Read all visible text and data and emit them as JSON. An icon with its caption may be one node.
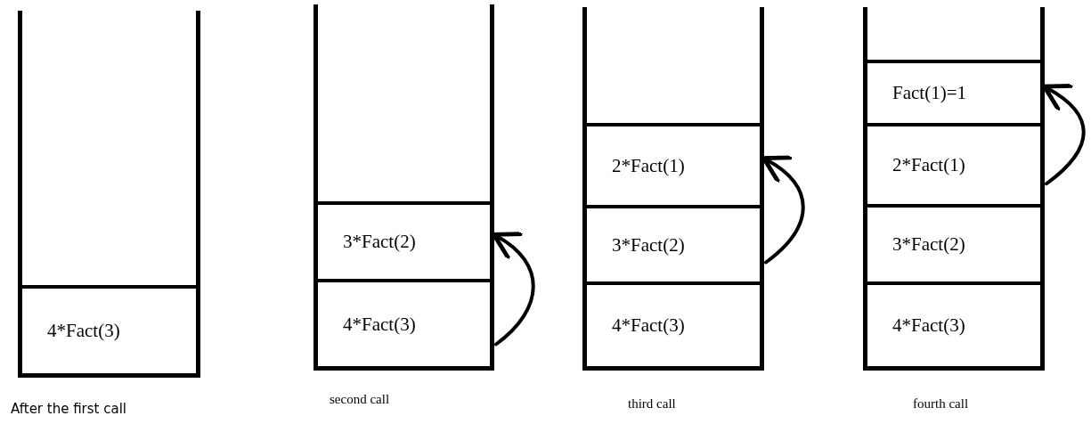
{
  "diagram": {
    "nodes": [
      {
        "text": [],
        "shape": "box",
        "beside": [
          "After the first call"
        ]
      },
      {
        "text": [
          "4*Fact(3)"
        ],
        "in": 0
      },
      {
        "text": [],
        "shape": "box",
        "beside": [
          "second call"
        ]
      },
      {
        "text": [
          "3*Fact(2)"
        ],
        "in": 2
      },
      {
        "text": [
          "4*Fact(3)"
        ],
        "in": 2
      },
      {
        "text": [],
        "shape": "box",
        "beside": [
          "third call"
        ]
      },
      {
        "text": [
          "2*Fact(1)"
        ],
        "in": 5
      },
      {
        "text": [
          "3*Fact(2)"
        ],
        "in": 5
      },
      {
        "text": [
          "4*Fact(3)"
        ],
        "in": 5
      },
      {
        "text": [],
        "shape": "box",
        "beside": [
          "fourth call"
        ]
      },
      {
        "text": [
          "Fact(1)=1"
        ],
        "in": 9
      },
      {
        "text": [
          "2*Fact(1)"
        ],
        "in": 9
      },
      {
        "text": [
          "3*Fact(2)"
        ],
        "in": 9
      },
      {
        "text": [
          "4*Fact(3)"
        ],
        "in": 9
      }
    ],
    "edges": [
      {
        "from": 4,
        "to": 3,
        "arrow": "to"
      },
      {
        "from": 7,
        "to": 6,
        "arrow": "to"
      },
      {
        "from": 11,
        "to": 10,
        "arrow": "to"
      }
    ]
  }
}
